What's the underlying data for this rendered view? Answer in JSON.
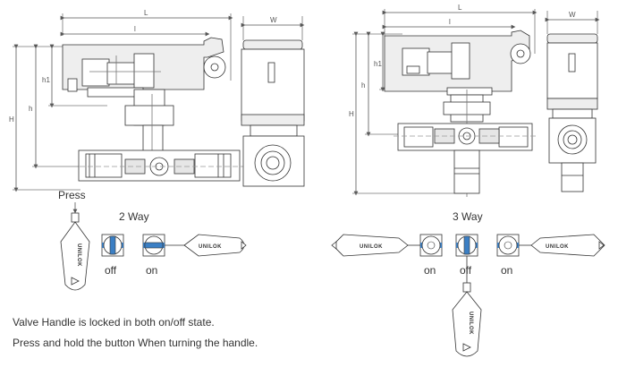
{
  "left_assembly": {
    "dims": {
      "L": "L",
      "l": "l",
      "W": "W",
      "H": "H",
      "h": "h",
      "h1": "h1"
    },
    "press_label": "Press",
    "title": "2 Way",
    "handle_brand": "UNILOK",
    "positions": [
      {
        "label": "off"
      },
      {
        "label": "on"
      }
    ]
  },
  "right_assembly": {
    "dims": {
      "L": "L",
      "l": "l",
      "W": "W",
      "H": "H",
      "h": "h",
      "h1": "h1"
    },
    "title": "3 Way",
    "handle_brand": "UNILOK",
    "positions": [
      {
        "label": "on"
      },
      {
        "label": "off"
      },
      {
        "label": "on"
      }
    ]
  },
  "notes": [
    "Valve Handle is locked in both on/off state.",
    "Press and hold the button When turning the handle."
  ],
  "colors": {
    "line": "#333333",
    "gray_fill": "#e6e6e6",
    "blue": "#3b7fc4",
    "dark_gray": "#b0b0b0"
  }
}
